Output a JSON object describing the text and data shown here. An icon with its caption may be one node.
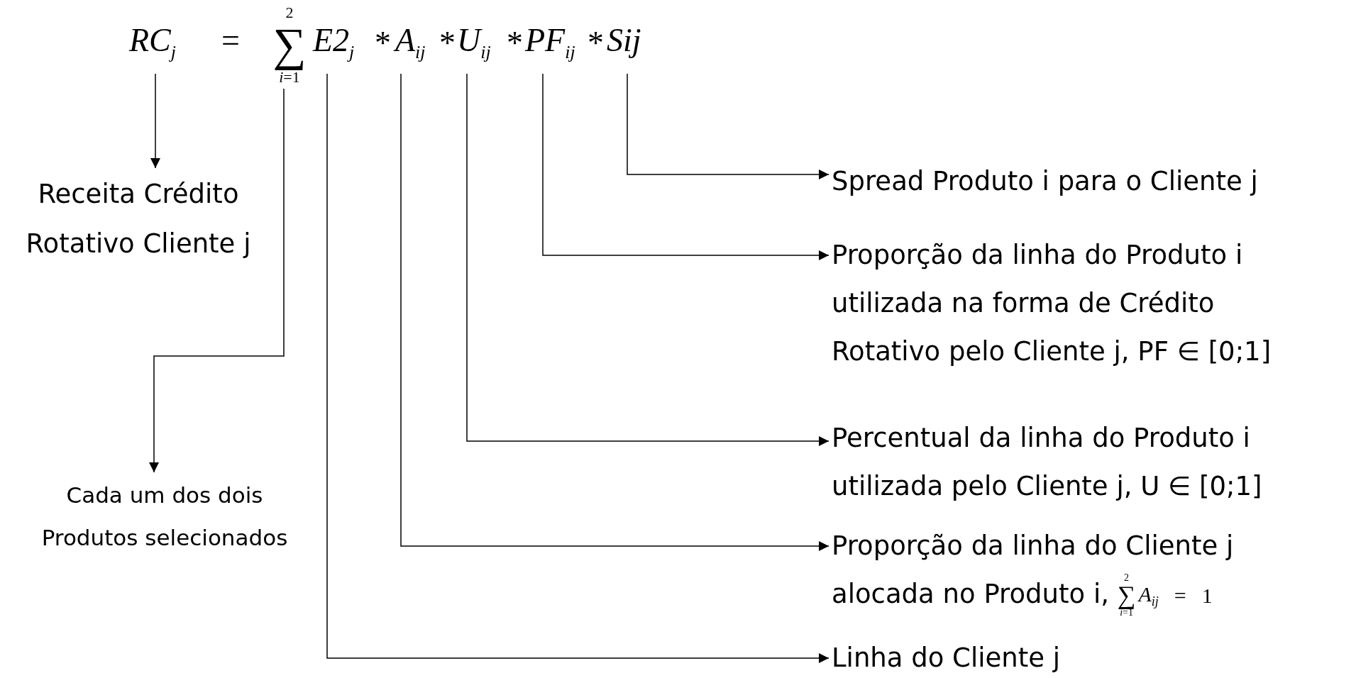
{
  "diagram": {
    "nodes": [
      {
        "text": [
          "RC$_{j}$"
        ]
      },
      {
        "text": [
          "2",
          "∑",
          "*i*=1"
        ]
      },
      {
        "text": [
          "E2$_{j}$"
        ]
      },
      {
        "text": [
          "A$_{ij}$"
        ]
      },
      {
        "text": [
          "U$_{ij}$"
        ]
      },
      {
        "text": [
          "PF$_{ij}$"
        ]
      },
      {
        "text": [
          "Sij"
        ]
      },
      {
        "text": [
          "Receita Crédito Rotativo Cliente j"
        ]
      },
      {
        "text": [
          "Cada um dos dois Produtos selecionados"
        ]
      },
      {
        "text": [
          "Spread Produto i para o Cliente j"
        ]
      },
      {
        "text": [
          "Proporção da linha do Produto i utilizada na forma de Crédito Rotativo pelo Cliente j, PF ∈ [0;1]"
        ]
      },
      {
        "text": [
          "Percentual da linha do Produto i utilizada pelo Cliente j, U ∈ [0;1]"
        ]
      },
      {
        "text": [
          "Proporção da linha do Cliente j alocada no Produto i,",
          "2",
          "∑",
          "*i*=1",
          "A$_{ij}$",
          "=",
          "1"
        ]
      },
      {
        "text": [
          "Linha do Cliente j"
        ]
      }
    ],
    "edges": [
      {
        "from": 0,
        "to": 7,
        "arrow": "to"
      },
      {
        "from": 1,
        "to": 8,
        "arrow": "to"
      },
      {
        "from": 6,
        "to": 9,
        "arrow": "to"
      },
      {
        "from": 5,
        "to": 10,
        "arrow": "to"
      },
      {
        "from": 4,
        "to": 11,
        "arrow": "to"
      },
      {
        "from": 3,
        "to": 12,
        "arrow": "to"
      },
      {
        "from": 2,
        "to": 13,
        "arrow": "to"
      }
    ],
    "labels": [
      "=",
      "*",
      "*",
      "*",
      "*"
    ]
  }
}
